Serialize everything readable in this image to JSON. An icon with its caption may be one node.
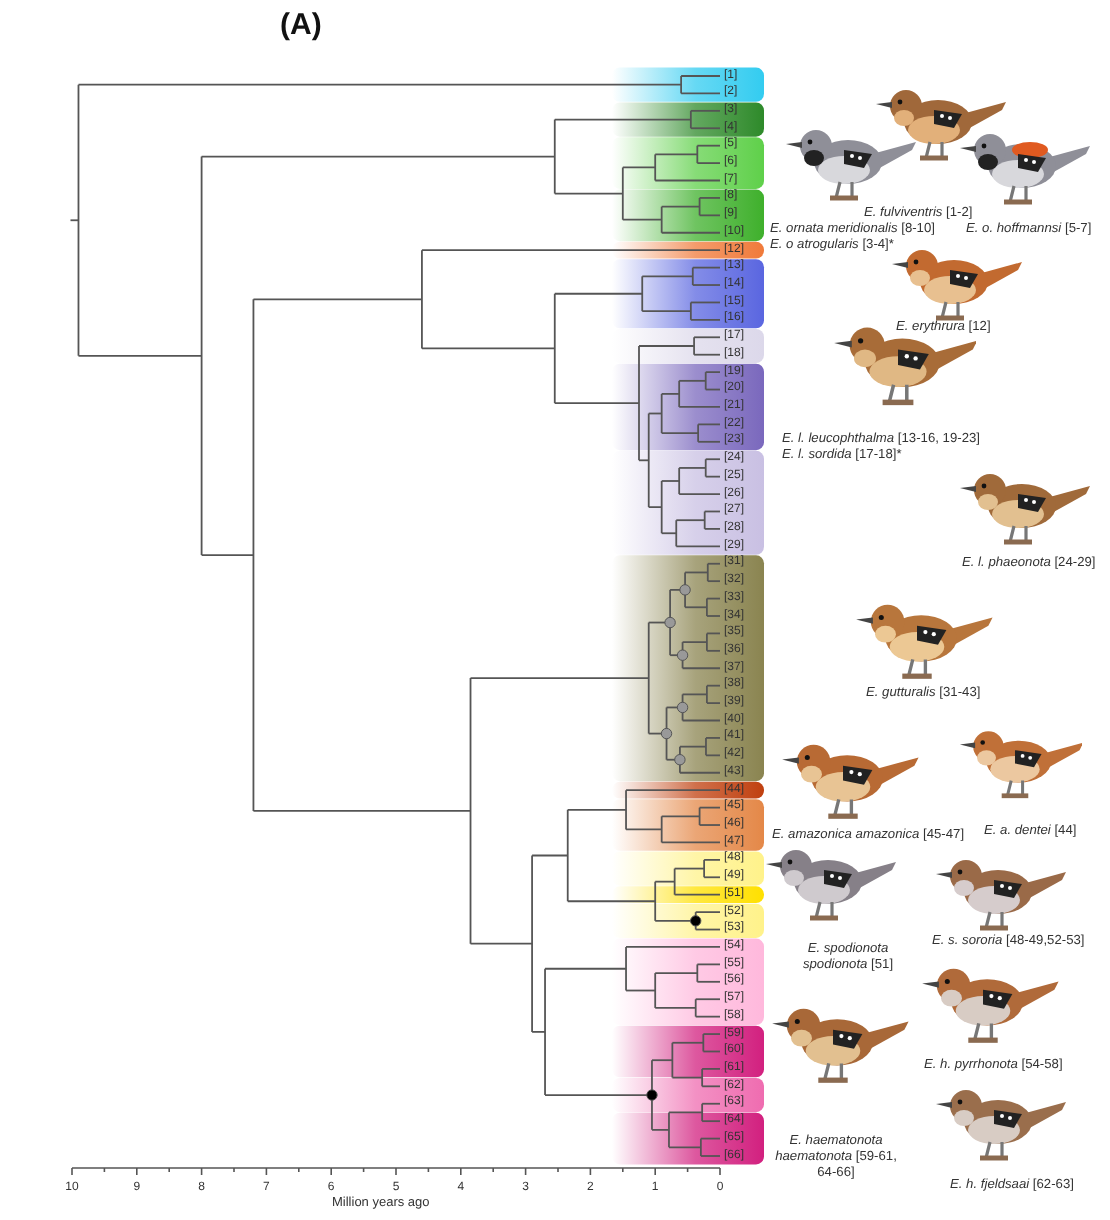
{
  "diagram": {
    "title": "(A)",
    "labels": [
      "[1]",
      "[2]",
      "[3]",
      "[4]",
      "[5]",
      "[6]",
      "[7]",
      "[8]",
      "[9]",
      "[10]",
      "[12]",
      "[13]",
      "[14]",
      "[15]",
      "[16]",
      "[17]",
      "[18]",
      "[19]",
      "[20]",
      "[21]",
      "[22]",
      "[23]",
      "[24]",
      "[25]",
      "[26]",
      "[27]",
      "[28]",
      "[29]",
      "[31]",
      "[32]",
      "[33]",
      "[34]",
      "[35]",
      "[36]",
      "[37]",
      "[38]",
      "[39]",
      "[40]",
      "[41]",
      "[42]",
      "[43]",
      "[44]",
      "[45]",
      "[46]",
      "[47]",
      "[48]",
      "[49]",
      "[51]",
      "[52]",
      "[53]",
      "[54]",
      "[55]",
      "[56]",
      "[57]",
      "[58]",
      "[59]",
      "[60]",
      "[61]",
      "[62]",
      "[63]",
      "[64]",
      "[65]",
      "[66]",
      "*E. fulviventris* [1-2]",
      "*E. ornata meridionalis* [8-10]",
      "*E. o atrogularis* [3-4]*",
      "*E. o. hoffmannsi* [5-7]",
      "*E. erythrura* [12]",
      "*E. l. leucophthalma* [13-16, 19-23]",
      "*E. l. sordida* [17-18]*",
      "*E. l. phaeonota* [24-29]",
      "*E. gutturalis* [31-43]",
      "*E. amazonica amazonica* [45-47]",
      "*E. a. dentei* [44]",
      "*E. spodionota spodionota* [51]",
      "*E. s. sororia* [48-49,52-53]",
      "*E. h. pyrrhonota* [54-58]",
      "*E. haematonota haematonota* [59-61, 64-66]",
      "*E. h. fjeldsaai* [62-63]",
      "10",
      "9",
      "8",
      "7",
      "6",
      "5",
      "4",
      "3",
      "2",
      "1",
      "0",
      "Million years ago"
    ]
  }
}
